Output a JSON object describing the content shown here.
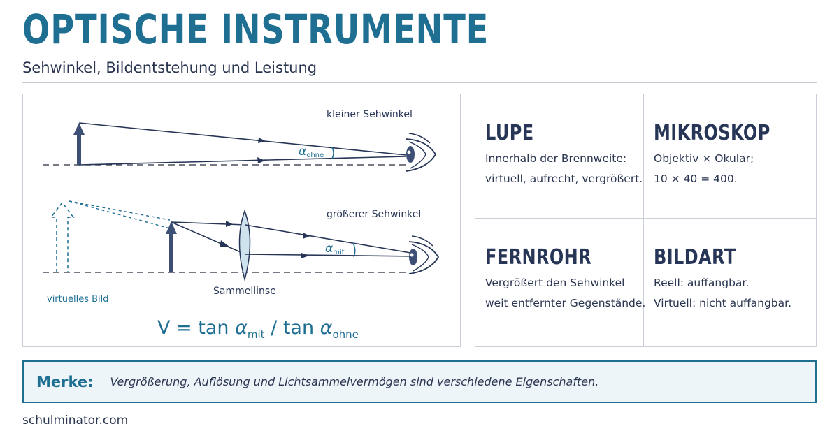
{
  "header": {
    "title": "OPTISCHE INSTRUMENTE",
    "subtitle": "Sehwinkel, Bildentstehung und Leistung"
  },
  "diagram": {
    "label_small_angle": "kleiner Sehwinkel",
    "label_large_angle": "größerer Sehwinkel",
    "alpha_symbol": "α",
    "alpha_without_sub": "ohne",
    "alpha_with_sub": "mit",
    "label_virtual_image": "virtuelles Bild",
    "label_lens": "Sammellinse",
    "formula": {
      "lhs": "V = tan ",
      "alpha": "α",
      "sub_mit": "mit",
      "divider": " / tan ",
      "sub_ohne": "ohne"
    }
  },
  "cards": [
    {
      "title": "LUPE",
      "lines": [
        "Innerhalb der Brennweite:",
        "virtuell, aufrecht, vergrößert."
      ]
    },
    {
      "title": "MIKROSKOP",
      "lines": [
        "Objektiv × Okular;",
        "10 × 40 = 400."
      ]
    },
    {
      "title": "FERNROHR",
      "lines": [
        "Vergrößert den Sehwinkel",
        "weit entfernter Gegenstände."
      ]
    },
    {
      "title": "BILDART",
      "lines": [
        "Reell: auffangbar.",
        "Virtuell: nicht auffangbar."
      ]
    }
  ],
  "note": {
    "label": "Merke:",
    "text": "Vergrößerung, Auflösung und Lichtsammelvermögen sind verschiedene Eigenschaften."
  },
  "footer": {
    "source": "schulminator.com"
  },
  "colors": {
    "accent": "#1f6f93",
    "dark": "#273556",
    "lens": "#cfe3ee",
    "border": "#c9ced8"
  }
}
